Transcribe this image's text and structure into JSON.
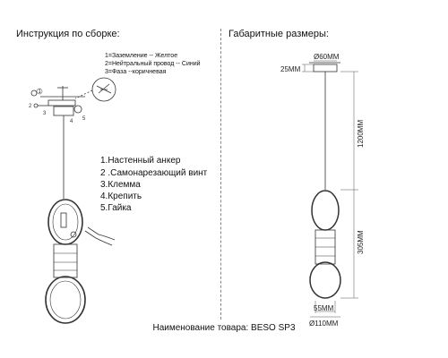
{
  "assembly_title": "Инструкция по сборке:",
  "dimensions_title": "Габаритные размеры:",
  "wiring": {
    "ground": "1=Заземление -- Желтое",
    "neutral": "2=Нейтральный провод -- Синий",
    "phase": "3=Фаза --коричневая"
  },
  "steps": [
    "1.Настенный анкер",
    "2 .Самонарезающий винт",
    "3.Клемма",
    "4.Крепить",
    "5.Гайка"
  ],
  "callouts": [
    "1",
    "2",
    "3",
    "4",
    "5"
  ],
  "dimensions": {
    "canopy_diameter": "Ø60MM",
    "canopy_height": "25MM",
    "cable_length": "1200MM",
    "body_height": "305MM",
    "neck_width": "55MM",
    "ring_diameter": "Ø110MM"
  },
  "product_label": "Наименование товара: BESO SP3"
}
